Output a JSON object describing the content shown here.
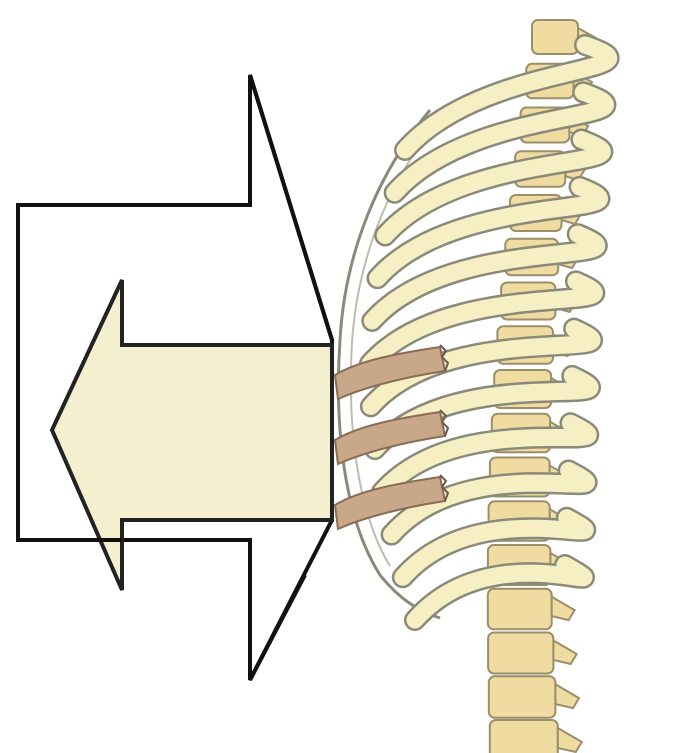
{
  "figure": {
    "arrows": [
      {
        "name": "large-outlined-arrow",
        "direction": "right",
        "fill": "#ffffff",
        "stroke": "#111111"
      },
      {
        "name": "small-filled-arrow",
        "direction": "left",
        "fill": "#f4f0cf",
        "stroke": "#222222"
      }
    ],
    "anatomy": {
      "subject": "rib-cage-lateral-view",
      "rib_fill": "#f6efc4",
      "rib_stroke": "#8a8a7a",
      "vertebra_fill": "#f0dca0",
      "fractured_segment_fill": "#c9a88a",
      "fractured_segment_count": 3
    }
  }
}
